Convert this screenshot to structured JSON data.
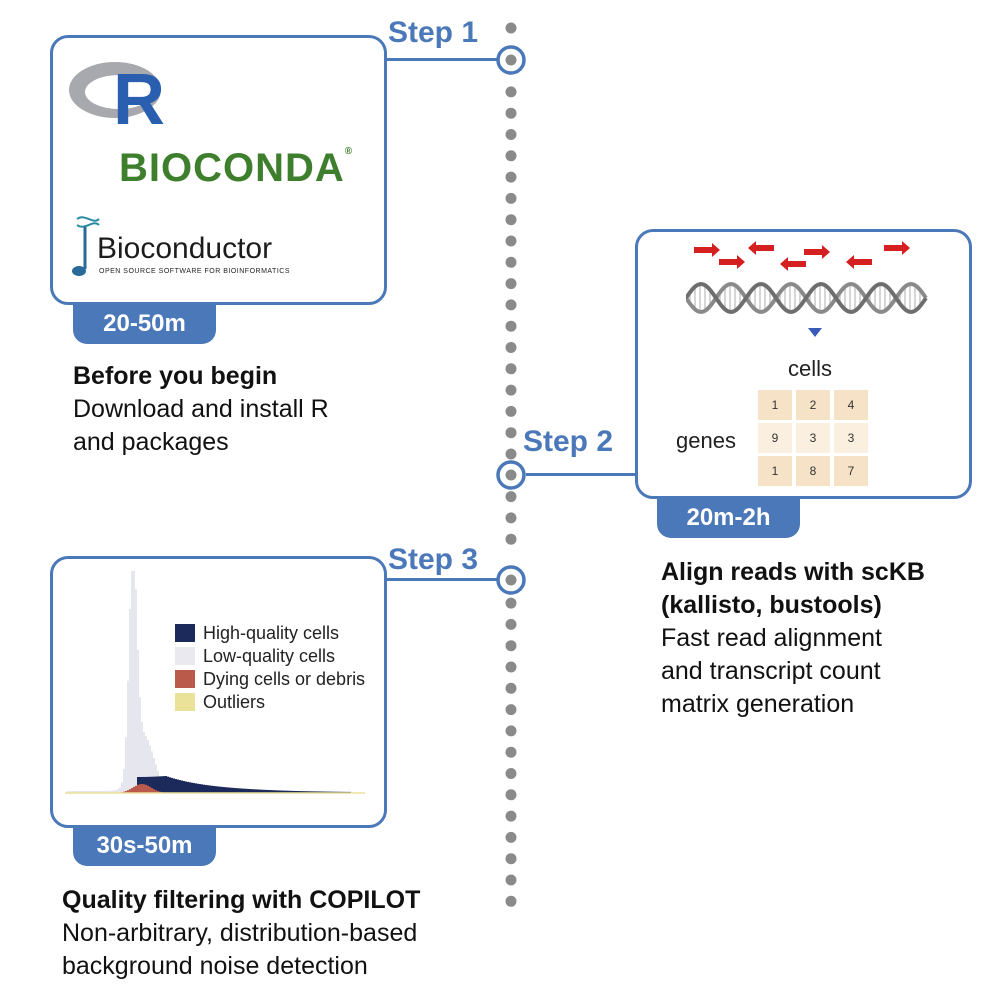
{
  "colors": {
    "accent": "#4a78b8",
    "dots": "#8a8a8a",
    "arrows": "#d42020",
    "matrix": "#f6e3c7",
    "high": "#1b2a5a",
    "low": "#e9e9ef",
    "dying": "#b95a4b",
    "outlier": "#ebe29a"
  },
  "steps": [
    {
      "label": "Step 1",
      "time": "20-50m",
      "heading": "Before you begin",
      "lines": [
        "Download and install R",
        "and packages"
      ],
      "logos": {
        "r": "R",
        "bioconda": "BIOCONDA",
        "bioconductor": "Bioconductor",
        "bioconductor_tagline": "OPEN SOURCE SOFTWARE FOR BIOINFORMATICS"
      }
    },
    {
      "label": "Step 2",
      "time": "20m-2h",
      "heading": "Align reads with scKB",
      "heading2": "(kallisto, bustools)",
      "lines": [
        "Fast read alignment",
        "and transcript count",
        "matrix generation"
      ],
      "matrix": {
        "col_label": "cells",
        "row_label": "genes",
        "values": [
          [
            "1",
            "2",
            "4"
          ],
          [
            "9",
            "3",
            "3"
          ],
          [
            "1",
            "8",
            "7"
          ]
        ]
      }
    },
    {
      "label": "Step 3",
      "time": "30s-50m",
      "heading": "Quality filtering with COPILOT",
      "lines": [
        "Non-arbitrary, distribution-based",
        "background noise detection"
      ],
      "legend": [
        "High-quality cells",
        "Low-quality cells",
        "Dying cells or debris",
        "Outliers"
      ]
    }
  ]
}
